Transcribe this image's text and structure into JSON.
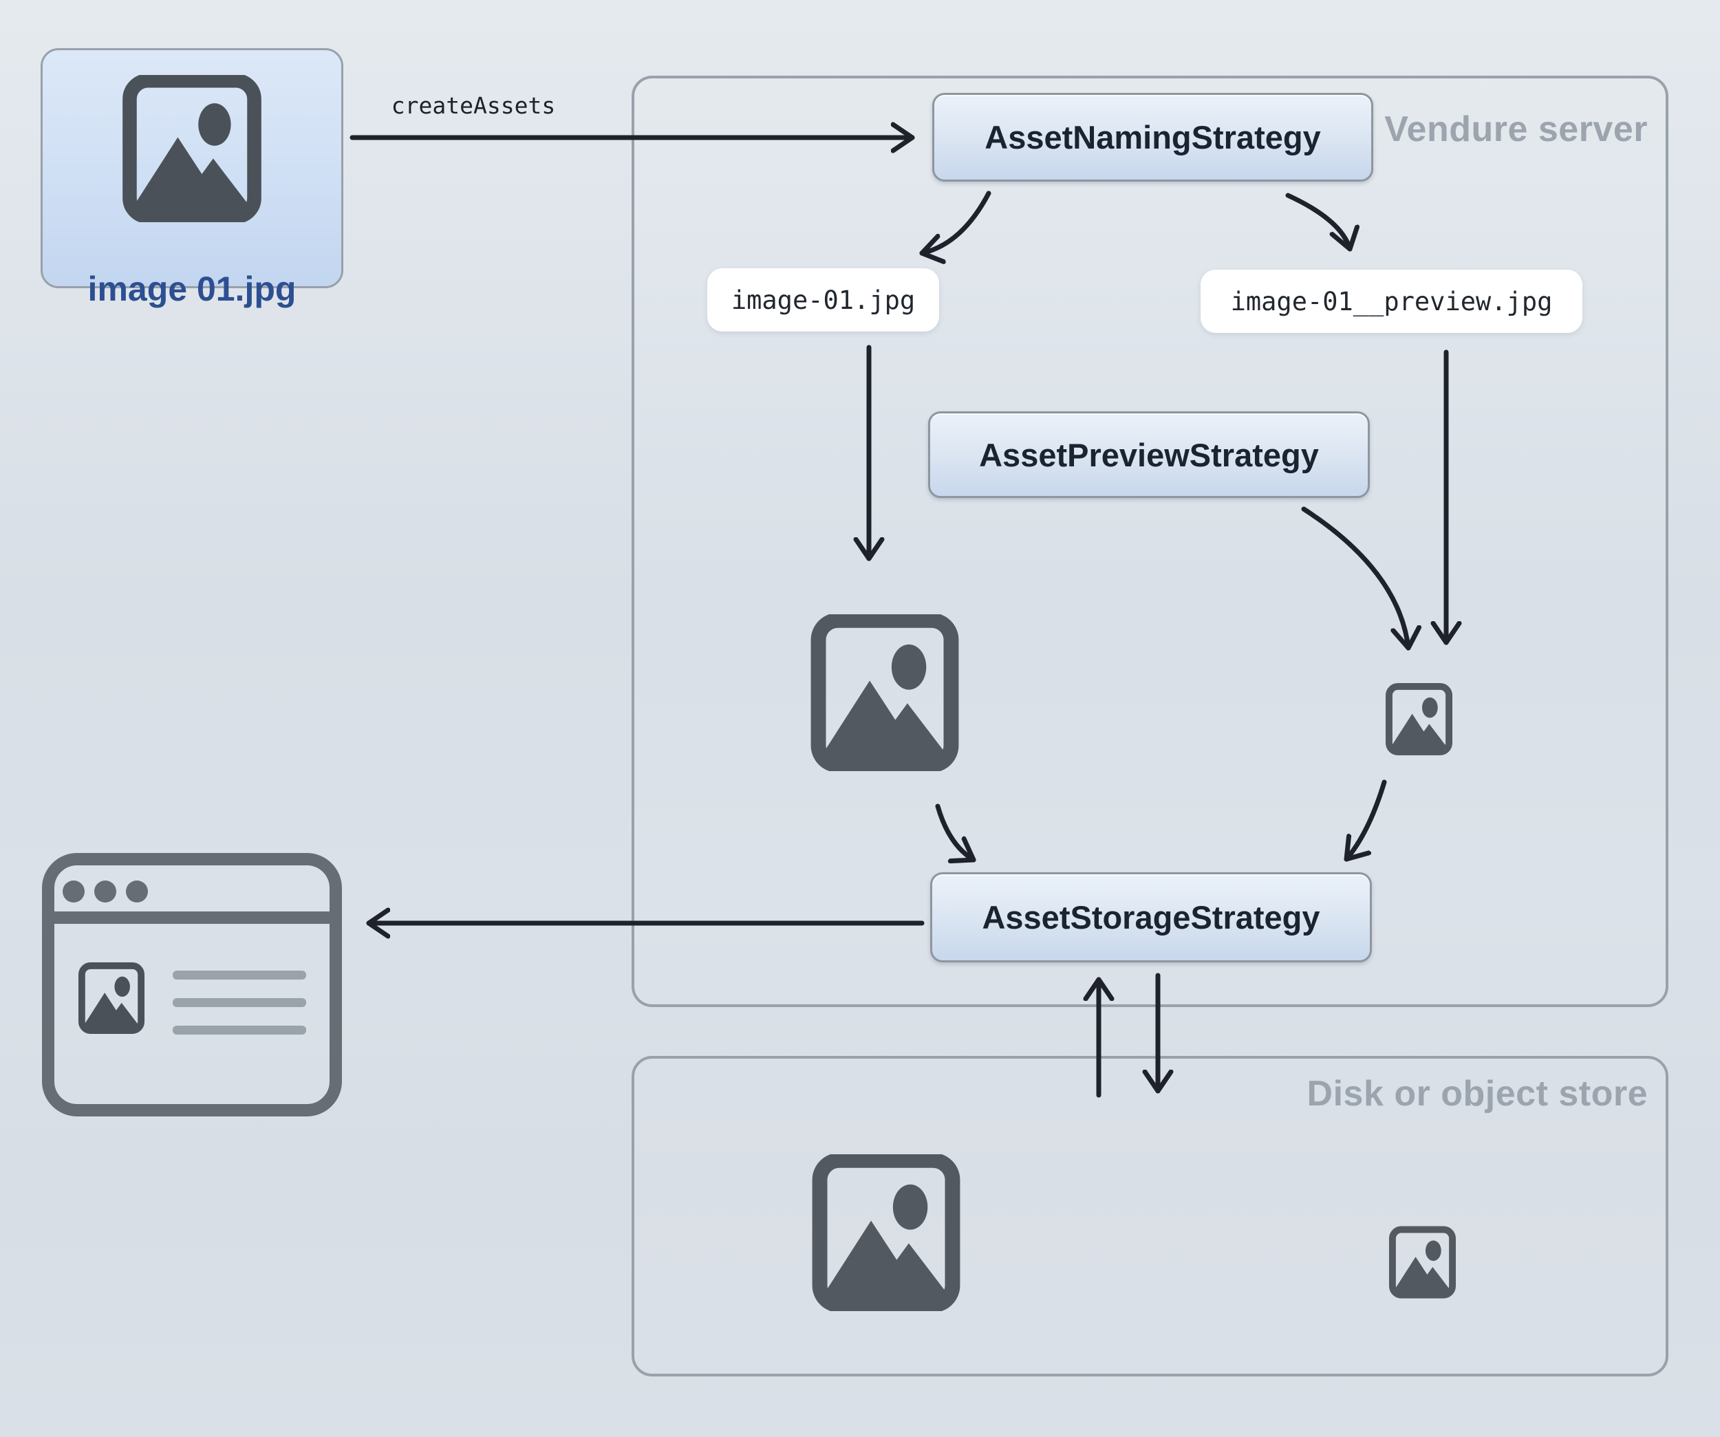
{
  "containers": {
    "vendure_server": {
      "label": "Vendure server"
    },
    "disk_store": {
      "label": "Disk or object store"
    }
  },
  "nodes": {
    "source_file": {
      "label": "image 01.jpg",
      "icon": "image-icon"
    },
    "naming_strategy": {
      "label": "AssetNamingStrategy"
    },
    "preview_strategy": {
      "label": "AssetPreviewStrategy"
    },
    "storage_strategy": {
      "label": "AssetStorageStrategy"
    },
    "file_original": {
      "label": "image-01.jpg"
    },
    "file_preview": {
      "label": "image-01__preview.jpg"
    },
    "stored_original_server": {
      "icon": "image-icon"
    },
    "stored_preview_server": {
      "icon": "image-icon-small"
    },
    "stored_original_disk": {
      "icon": "image-icon"
    },
    "stored_preview_disk": {
      "icon": "image-icon-small"
    },
    "browser": {
      "icon": "browser-window-icon"
    }
  },
  "edges": {
    "create_assets_label": "createAssets"
  },
  "colors": {
    "arrow": "#1d222b",
    "container_border": "#99a1ab",
    "container_label": "#9ca4ae",
    "box_border": "#8e969f",
    "box_text": "#1b2331",
    "box_fill_top": "#ebf1f9",
    "box_fill_bottom": "#c8d7ec",
    "file_label_text": "#2d4f92",
    "file_box_fill": "#cfdff4",
    "pill_fill": "#ffffff",
    "image_icon": "#4a5158",
    "browser_icon": "#666d74",
    "browser_text_lines": "#9aa2aa"
  }
}
